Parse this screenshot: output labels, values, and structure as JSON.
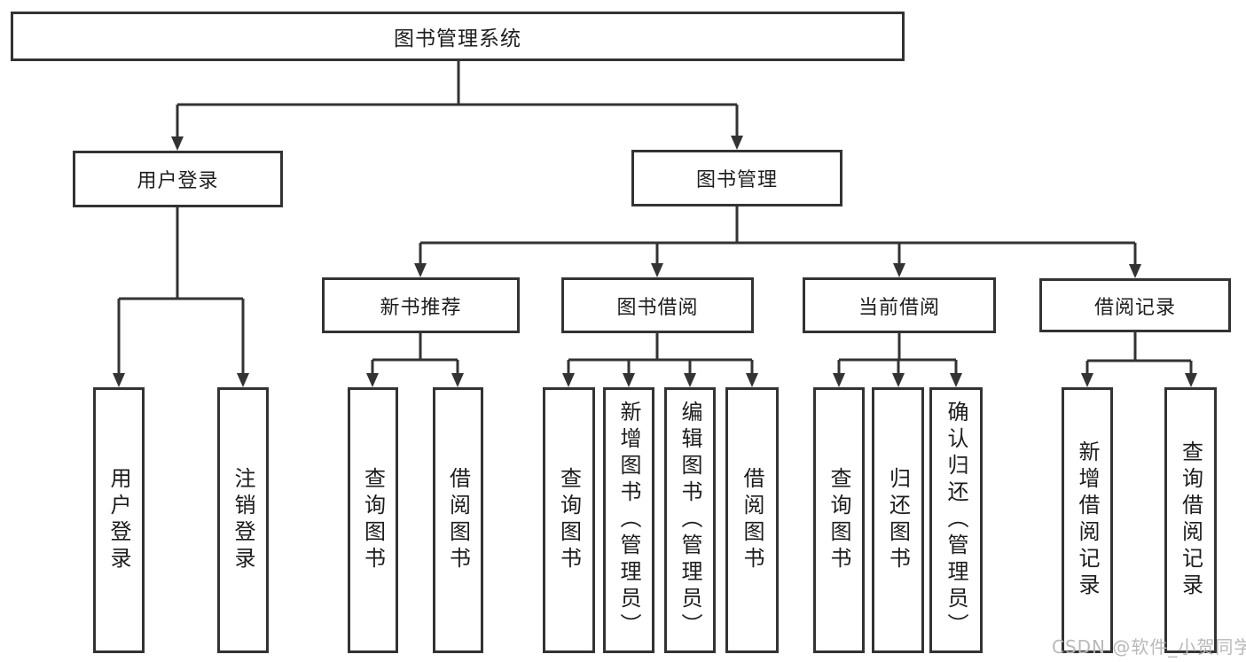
{
  "diagram": {
    "root": {
      "label": "图书管理系统"
    },
    "branches": [
      {
        "label": "用户登录",
        "children": [
          {
            "label": "用户登录"
          },
          {
            "label": "注销登录"
          }
        ]
      },
      {
        "label": "图书管理",
        "children": [
          {
            "label": "新书推荐",
            "children": [
              {
                "label": "查询图书"
              },
              {
                "label": "借阅图书"
              }
            ]
          },
          {
            "label": "图书借阅",
            "children": [
              {
                "label": "查询图书"
              },
              {
                "label": "新增图书（管理员）"
              },
              {
                "label": "编辑图书（管理员）"
              },
              {
                "label": "借阅图书"
              }
            ]
          },
          {
            "label": "当前借阅",
            "children": [
              {
                "label": "查询图书"
              },
              {
                "label": "归还图书"
              },
              {
                "label": "确认归还（管理员）"
              }
            ]
          },
          {
            "label": "借阅记录",
            "children": [
              {
                "label": "新增借阅记录"
              },
              {
                "label": "查询借阅记录"
              }
            ]
          }
        ]
      }
    ]
  },
  "watermark": {
    "text": "CSDN @软件_小贺同学"
  },
  "colors": {
    "line": "#333333",
    "box_background": "#ffffff",
    "watermark": "#b9b9b9"
  }
}
